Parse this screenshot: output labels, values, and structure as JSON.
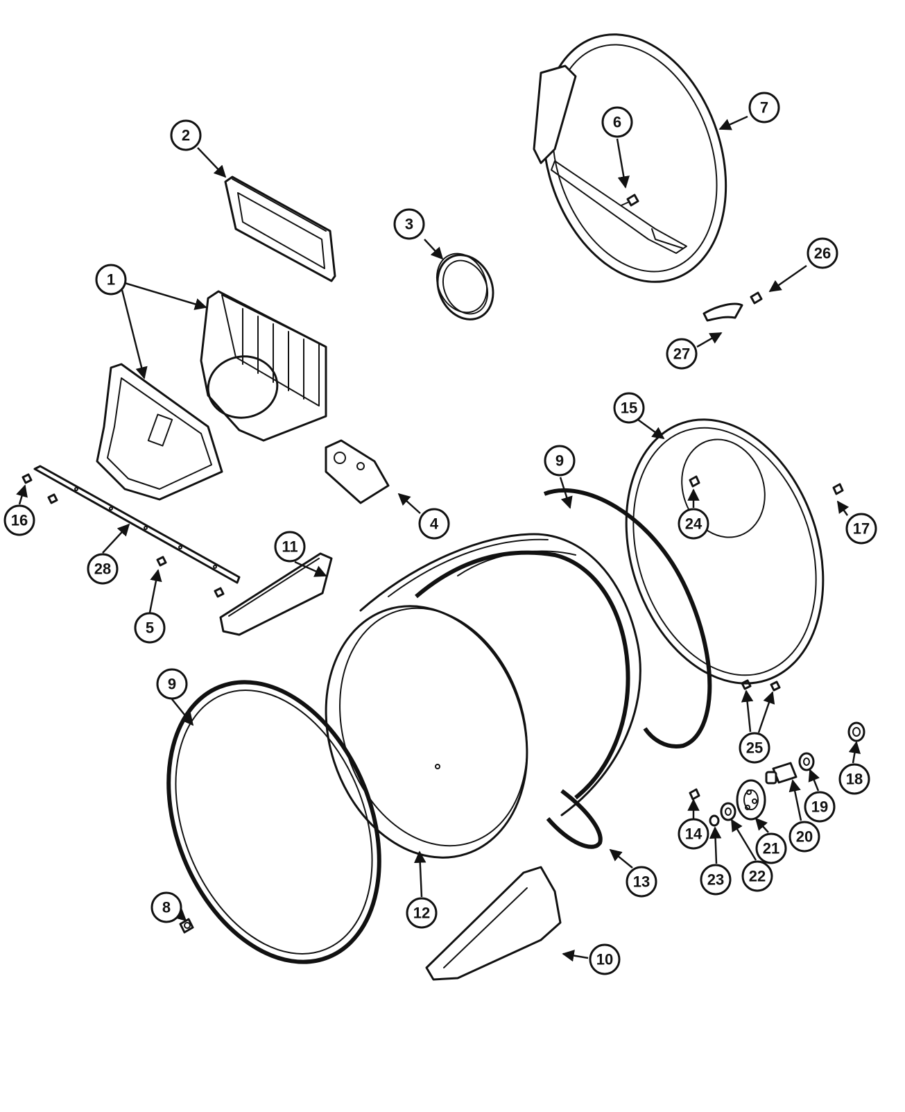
{
  "callouts": [
    {
      "id": "c1",
      "label": "1"
    },
    {
      "id": "c2",
      "label": "2"
    },
    {
      "id": "c3",
      "label": "3"
    },
    {
      "id": "c4",
      "label": "4"
    },
    {
      "id": "c5",
      "label": "5"
    },
    {
      "id": "c6",
      "label": "6"
    },
    {
      "id": "c7",
      "label": "7"
    },
    {
      "id": "c8",
      "label": "8"
    },
    {
      "id": "c9a",
      "label": "9"
    },
    {
      "id": "c9b",
      "label": "9"
    },
    {
      "id": "c10",
      "label": "10"
    },
    {
      "id": "c11",
      "label": "11"
    },
    {
      "id": "c12",
      "label": "12"
    },
    {
      "id": "c13",
      "label": "13"
    },
    {
      "id": "c14",
      "label": "14"
    },
    {
      "id": "c15",
      "label": "15"
    },
    {
      "id": "c16",
      "label": "16"
    },
    {
      "id": "c17",
      "label": "17"
    },
    {
      "id": "c18",
      "label": "18"
    },
    {
      "id": "c19",
      "label": "19"
    },
    {
      "id": "c20",
      "label": "20"
    },
    {
      "id": "c21",
      "label": "21"
    },
    {
      "id": "c22",
      "label": "22"
    },
    {
      "id": "c23",
      "label": "23"
    },
    {
      "id": "c24",
      "label": "24"
    },
    {
      "id": "c25",
      "label": "25"
    },
    {
      "id": "c26",
      "label": "26"
    },
    {
      "id": "c27",
      "label": "27"
    },
    {
      "id": "c28",
      "label": "28"
    }
  ]
}
